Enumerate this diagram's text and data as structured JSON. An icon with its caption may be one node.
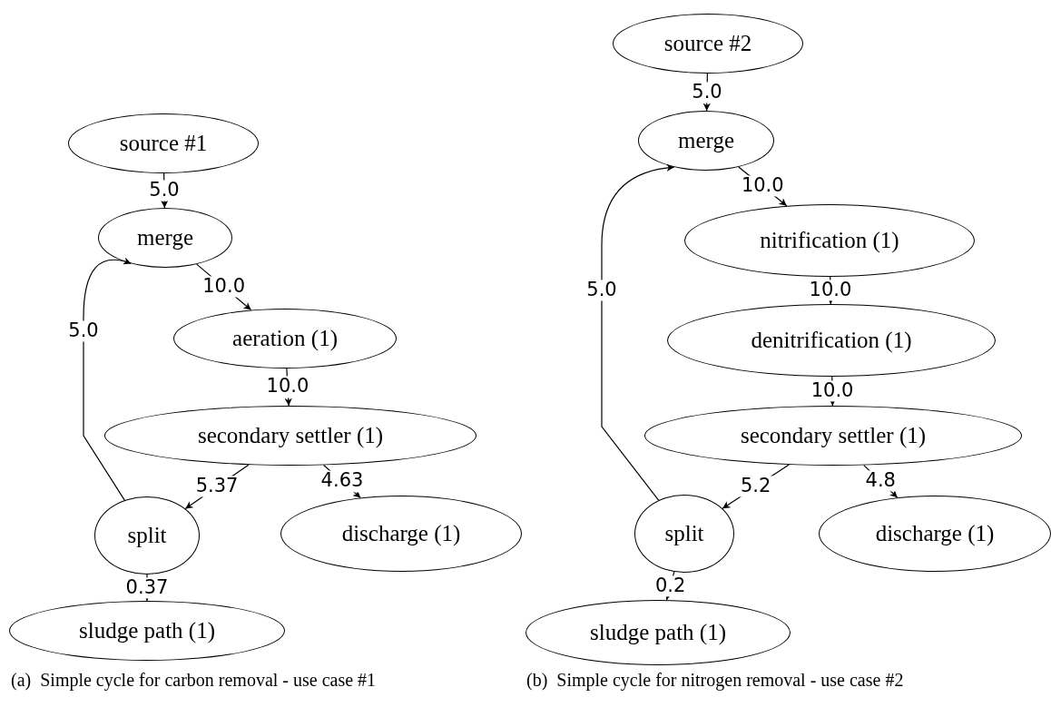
{
  "diagram": {
    "nodes": [
      {
        "text": [
          "source #1"
        ]
      },
      {
        "text": [
          "merge"
        ]
      },
      {
        "text": [
          "aeration (1)"
        ]
      },
      {
        "text": [
          "secondary settler (1)"
        ]
      },
      {
        "text": [
          "split"
        ]
      },
      {
        "text": [
          "discharge (1)"
        ]
      },
      {
        "text": [
          "sludge path (1)"
        ]
      },
      {
        "text": [
          "source #2"
        ]
      },
      {
        "text": [
          "merge"
        ]
      },
      {
        "text": [
          "nitrification (1)"
        ]
      },
      {
        "text": [
          "denitrification (1)"
        ]
      },
      {
        "text": [
          "secondary settler (1)"
        ]
      },
      {
        "text": [
          "split"
        ]
      },
      {
        "text": [
          "discharge (1)"
        ]
      },
      {
        "text": [
          "sludge path (1)"
        ]
      }
    ],
    "edges": [
      {
        "from": 0,
        "to": 1,
        "arrow": "to",
        "label": "5.0"
      },
      {
        "from": 1,
        "to": 2,
        "arrow": "to",
        "label": "10.0"
      },
      {
        "from": 2,
        "to": 3,
        "arrow": "to",
        "label": "10.0"
      },
      {
        "from": 3,
        "to": 4,
        "arrow": "to",
        "label": "5.37"
      },
      {
        "from": 3,
        "to": 5,
        "arrow": "to",
        "label": "4.63"
      },
      {
        "from": 4,
        "to": 6,
        "arrow": "to",
        "label": "0.37"
      },
      {
        "from": 4,
        "to": 1,
        "arrow": "to",
        "label": "5.0"
      },
      {
        "from": 7,
        "to": 8,
        "arrow": "to",
        "label": "5.0"
      },
      {
        "from": 8,
        "to": 9,
        "arrow": "to",
        "label": "10.0"
      },
      {
        "from": 9,
        "to": 10,
        "arrow": "to",
        "label": "10.0"
      },
      {
        "from": 10,
        "to": 11,
        "arrow": "to",
        "label": "10.0"
      },
      {
        "from": 11,
        "to": 12,
        "arrow": "to",
        "label": "5.2"
      },
      {
        "from": 11,
        "to": 13,
        "arrow": "to",
        "label": "4.8"
      },
      {
        "from": 12,
        "to": 14,
        "arrow": "to",
        "label": "0.2"
      },
      {
        "from": 12,
        "to": 8,
        "arrow": "to",
        "label": "5.0"
      }
    ],
    "labels": [
      "(a)  Simple cycle for carbon removal - use case #1",
      "(b)  Simple cycle for nitrogen removal - use case #2"
    ]
  }
}
